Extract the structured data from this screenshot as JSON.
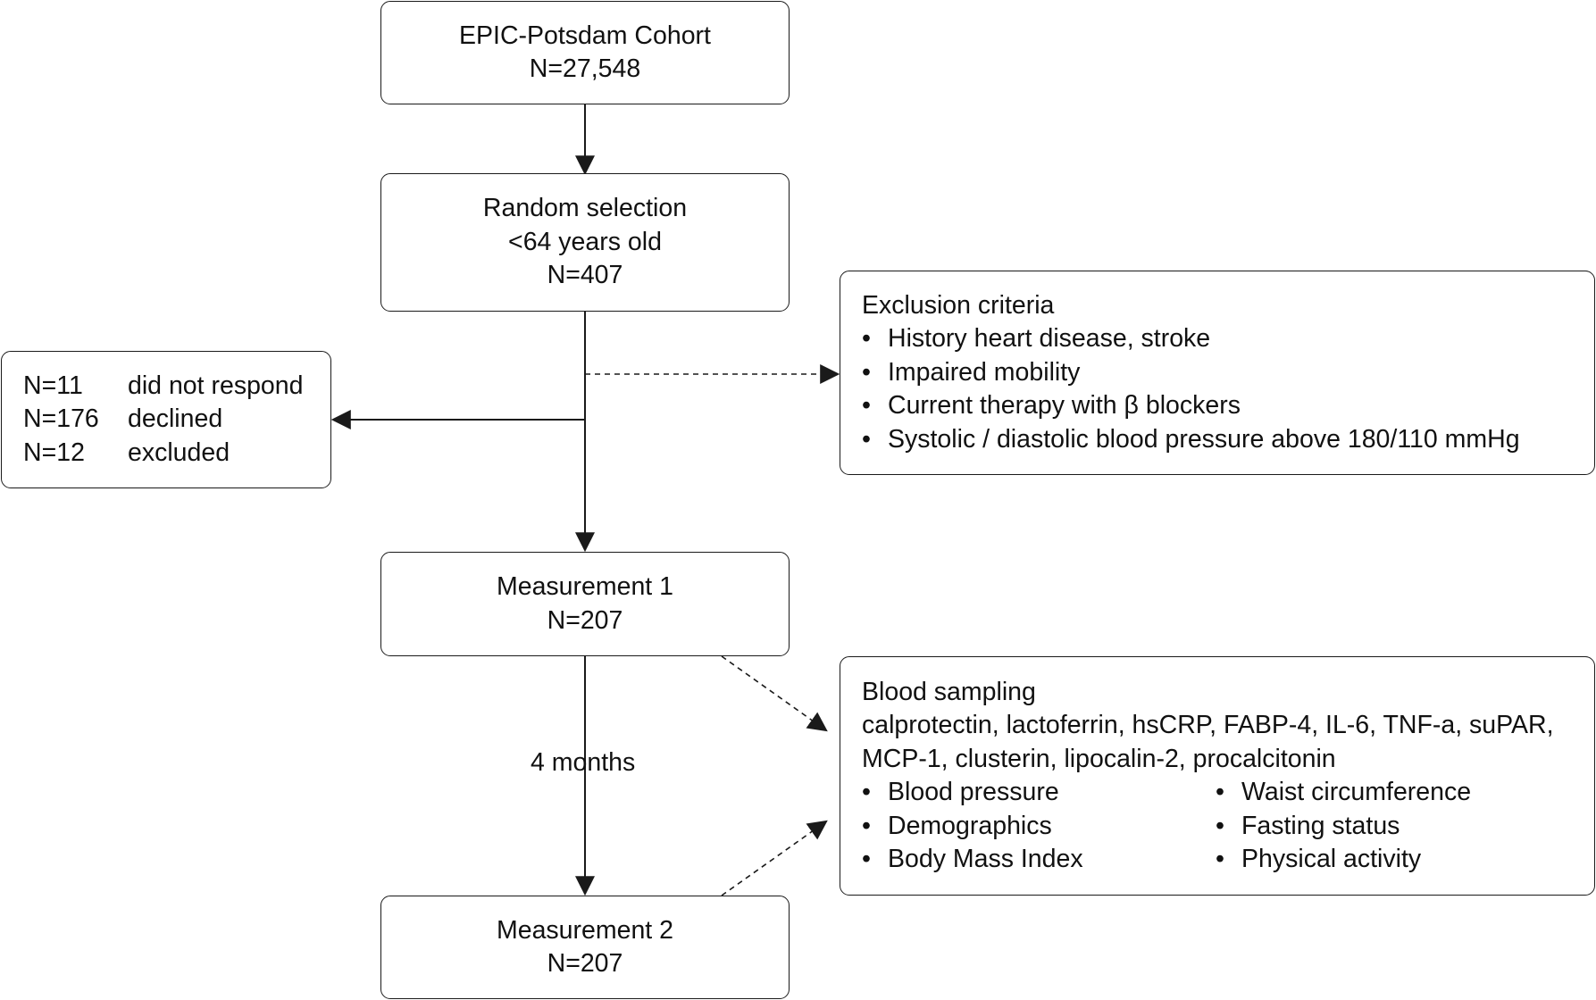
{
  "nodes": {
    "cohort": {
      "title": "EPIC-Potsdam Cohort",
      "count": "N=27,548"
    },
    "random_selection": {
      "title": "Random selection",
      "subtitle": "<64 years old",
      "count": "N=407"
    },
    "nonparticipants": {
      "rows": [
        {
          "count": "N=11",
          "reason": "did not respond"
        },
        {
          "count": "N=176",
          "reason": "declined"
        },
        {
          "count": "N=12",
          "reason": "excluded"
        }
      ]
    },
    "exclusion": {
      "title": "Exclusion criteria",
      "items": [
        "History heart disease, stroke",
        "Impaired mobility",
        "Current therapy with β blockers",
        "Systolic / diastolic blood pressure above 180/110 mmHg"
      ]
    },
    "measurement1": {
      "title": "Measurement 1",
      "count": "N=207"
    },
    "measurement2": {
      "title": "Measurement 2",
      "count": "N=207"
    },
    "blood_sampling": {
      "title": "Blood sampling",
      "markers_line1": "calprotectin, lactoferrin, hsCRP, FABP-4, IL-6, TNF-a, suPAR,",
      "markers_line2": "MCP-1, clusterin, lipocalin-2, procalcitonin",
      "items_left": [
        "Blood pressure",
        "Demographics",
        "Body Mass Index"
      ],
      "items_right": [
        "Waist circumference",
        "Fasting status",
        "Physical activity"
      ]
    }
  },
  "edges": {
    "interval_label": "4 months"
  }
}
